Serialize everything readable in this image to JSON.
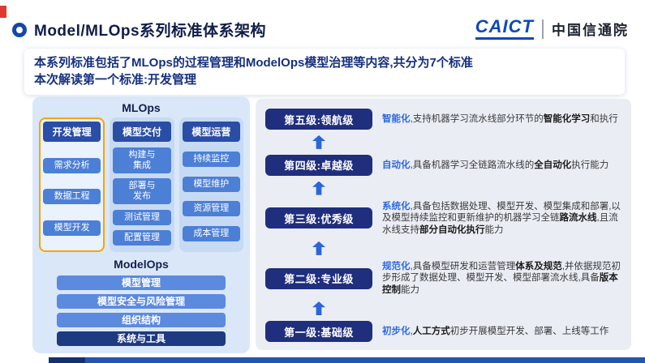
{
  "header": {
    "title": "Model/MLOps系列标准体系架构",
    "logo_brand": "CAICT",
    "logo_org": "中国信通院"
  },
  "intro": {
    "line1": "本系列标准包括了MLOps的过程管理和ModelOps模型治理等内容,共分为7个标准",
    "line2": "本次解读第一个标准:开发管理"
  },
  "mlops": {
    "title": "MLOps",
    "columns": [
      {
        "header": "开发管理",
        "items": [
          "需求分析",
          "数据工程",
          "模型开发"
        ],
        "highlighted": true
      },
      {
        "header": "模型交付",
        "items": [
          "构建与\n集成",
          "部署与\n发布",
          "测试管理",
          "配置管理"
        ],
        "highlighted": false
      },
      {
        "header": "模型运营",
        "items": [
          "持续监控",
          "模型维护",
          "资源管理",
          "成本管理"
        ],
        "highlighted": false
      }
    ]
  },
  "modelops": {
    "title": "ModelOps",
    "rows": [
      "模型管理",
      "模型安全与风险管理",
      "组织结构",
      "系统与工具"
    ]
  },
  "maturity": {
    "levels": [
      {
        "label": "第五级:领航级",
        "segments": [
          {
            "t": "智能化",
            "s": "accent"
          },
          {
            "t": ",支持机器学习流水线部分环节的"
          },
          {
            "t": "智能化学习",
            "s": "bold"
          },
          {
            "t": "和执行"
          }
        ]
      },
      {
        "label": "第四级:卓越级",
        "segments": [
          {
            "t": "自动化",
            "s": "accent"
          },
          {
            "t": ",具备机器学习全链路流水线的"
          },
          {
            "t": "全自动化",
            "s": "bold"
          },
          {
            "t": "执行能力"
          }
        ]
      },
      {
        "label": "第三级:优秀级",
        "segments": [
          {
            "t": "系统化",
            "s": "accent"
          },
          {
            "t": ",具备包括数据处理、模型开发、模型集成和部署,以及模型持续监控和更新维护的机器学习全链"
          },
          {
            "t": "路流水线",
            "s": "bold"
          },
          {
            "t": ",且流水线支持"
          },
          {
            "t": "部分自动化执行",
            "s": "bold"
          },
          {
            "t": "能力"
          }
        ]
      },
      {
        "label": "第二级:专业级",
        "segments": [
          {
            "t": "规范化",
            "s": "accent"
          },
          {
            "t": ",具备模型研发和运营管理"
          },
          {
            "t": "体系及规范",
            "s": "bold"
          },
          {
            "t": ",并依据规范初步形成了数据处理、模型开发、模型部署流水线,具备"
          },
          {
            "t": "版本控制",
            "s": "bold"
          },
          {
            "t": "能力"
          }
        ]
      },
      {
        "label": "第一级:基础级",
        "segments": [
          {
            "t": "初步化",
            "s": "accent"
          },
          {
            "t": ","
          },
          {
            "t": "人工方式",
            "s": "bold"
          },
          {
            "t": "初步开展模型开发、部署、上线等工作"
          }
        ]
      }
    ]
  },
  "colors": {
    "accent_blue": "#2e6ae0",
    "navy_box": "#1f2e7d",
    "highlight_yellow": "#f7a600",
    "brand_blue": "#0d49b8"
  }
}
